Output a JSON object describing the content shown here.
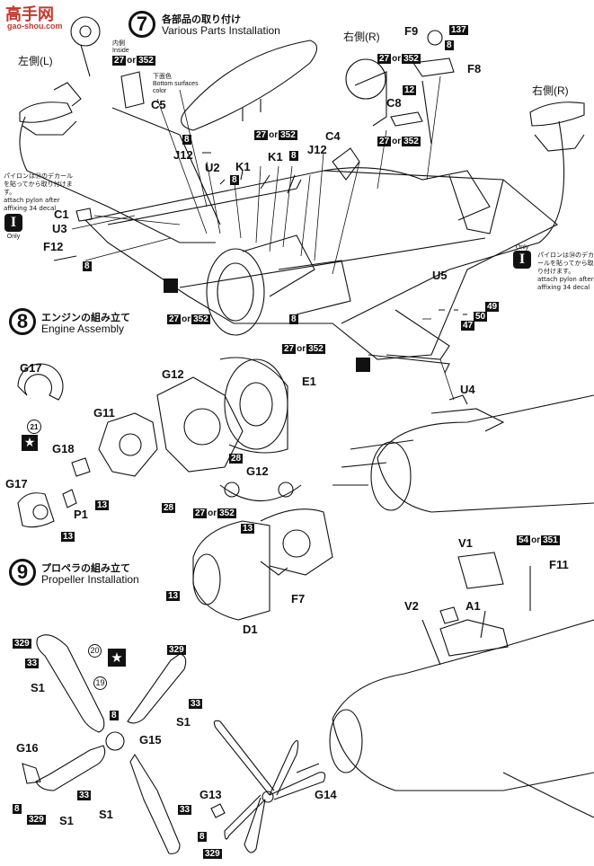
{
  "watermark": {
    "title": "高手网",
    "url": "gao-shou.com"
  },
  "step7": {
    "number": "7",
    "title_jp": "各部品の取り付け",
    "title_en": "Various Parts Installation",
    "left_label": "左側(L)",
    "right_label": "右側(R)",
    "right_label_2": "右側(R)",
    "pylon_note_jp": "パイロンは㉞のデカールを貼ってから取り付けます。",
    "pylon_note_en": "attach pylon after affixing 34 decal",
    "inside_note": "内側\nInside",
    "bottom_color_note": "下面色\nBottom surfaces\ncolor",
    "only_label": "Only",
    "parts": [
      "C5",
      "C1",
      "U3",
      "F12",
      "U2",
      "K1",
      "K1",
      "J12",
      "J12",
      "C4",
      "C8",
      "F9",
      "F8",
      "U5",
      "U4"
    ],
    "paints": {
      "p27": "27",
      "or": "or",
      "p352": "352",
      "p8": "8",
      "p137": "137",
      "p12": "12",
      "p49": "49",
      "p50": "50",
      "p47": "47"
    }
  },
  "step8": {
    "number": "8",
    "title_jp": "エンジンの組み立て",
    "title_en": "Engine Assembly",
    "parts": [
      "G17",
      "G12",
      "E1",
      "G11",
      "G18",
      "G17",
      "P1",
      "G12",
      "F7",
      "D1"
    ],
    "decals": {
      "d21": "21"
    },
    "paints": {
      "p13": "13",
      "p28": "28",
      "p27": "27",
      "or": "or",
      "p352": "352"
    }
  },
  "step9": {
    "number": "9",
    "title_jp": "プロペラの組み立て",
    "title_en": "Propeller Installation",
    "parts": [
      "V1",
      "F11",
      "V2",
      "A1",
      "S1",
      "S1",
      "S1",
      "S1",
      "G15",
      "G16",
      "G13",
      "G14"
    ],
    "decals": {
      "d20": "20",
      "d19": "19"
    },
    "paints": {
      "p329": "329",
      "p33": "33",
      "p8": "8",
      "p54": "54",
      "or": "or",
      "p351": "351"
    }
  }
}
